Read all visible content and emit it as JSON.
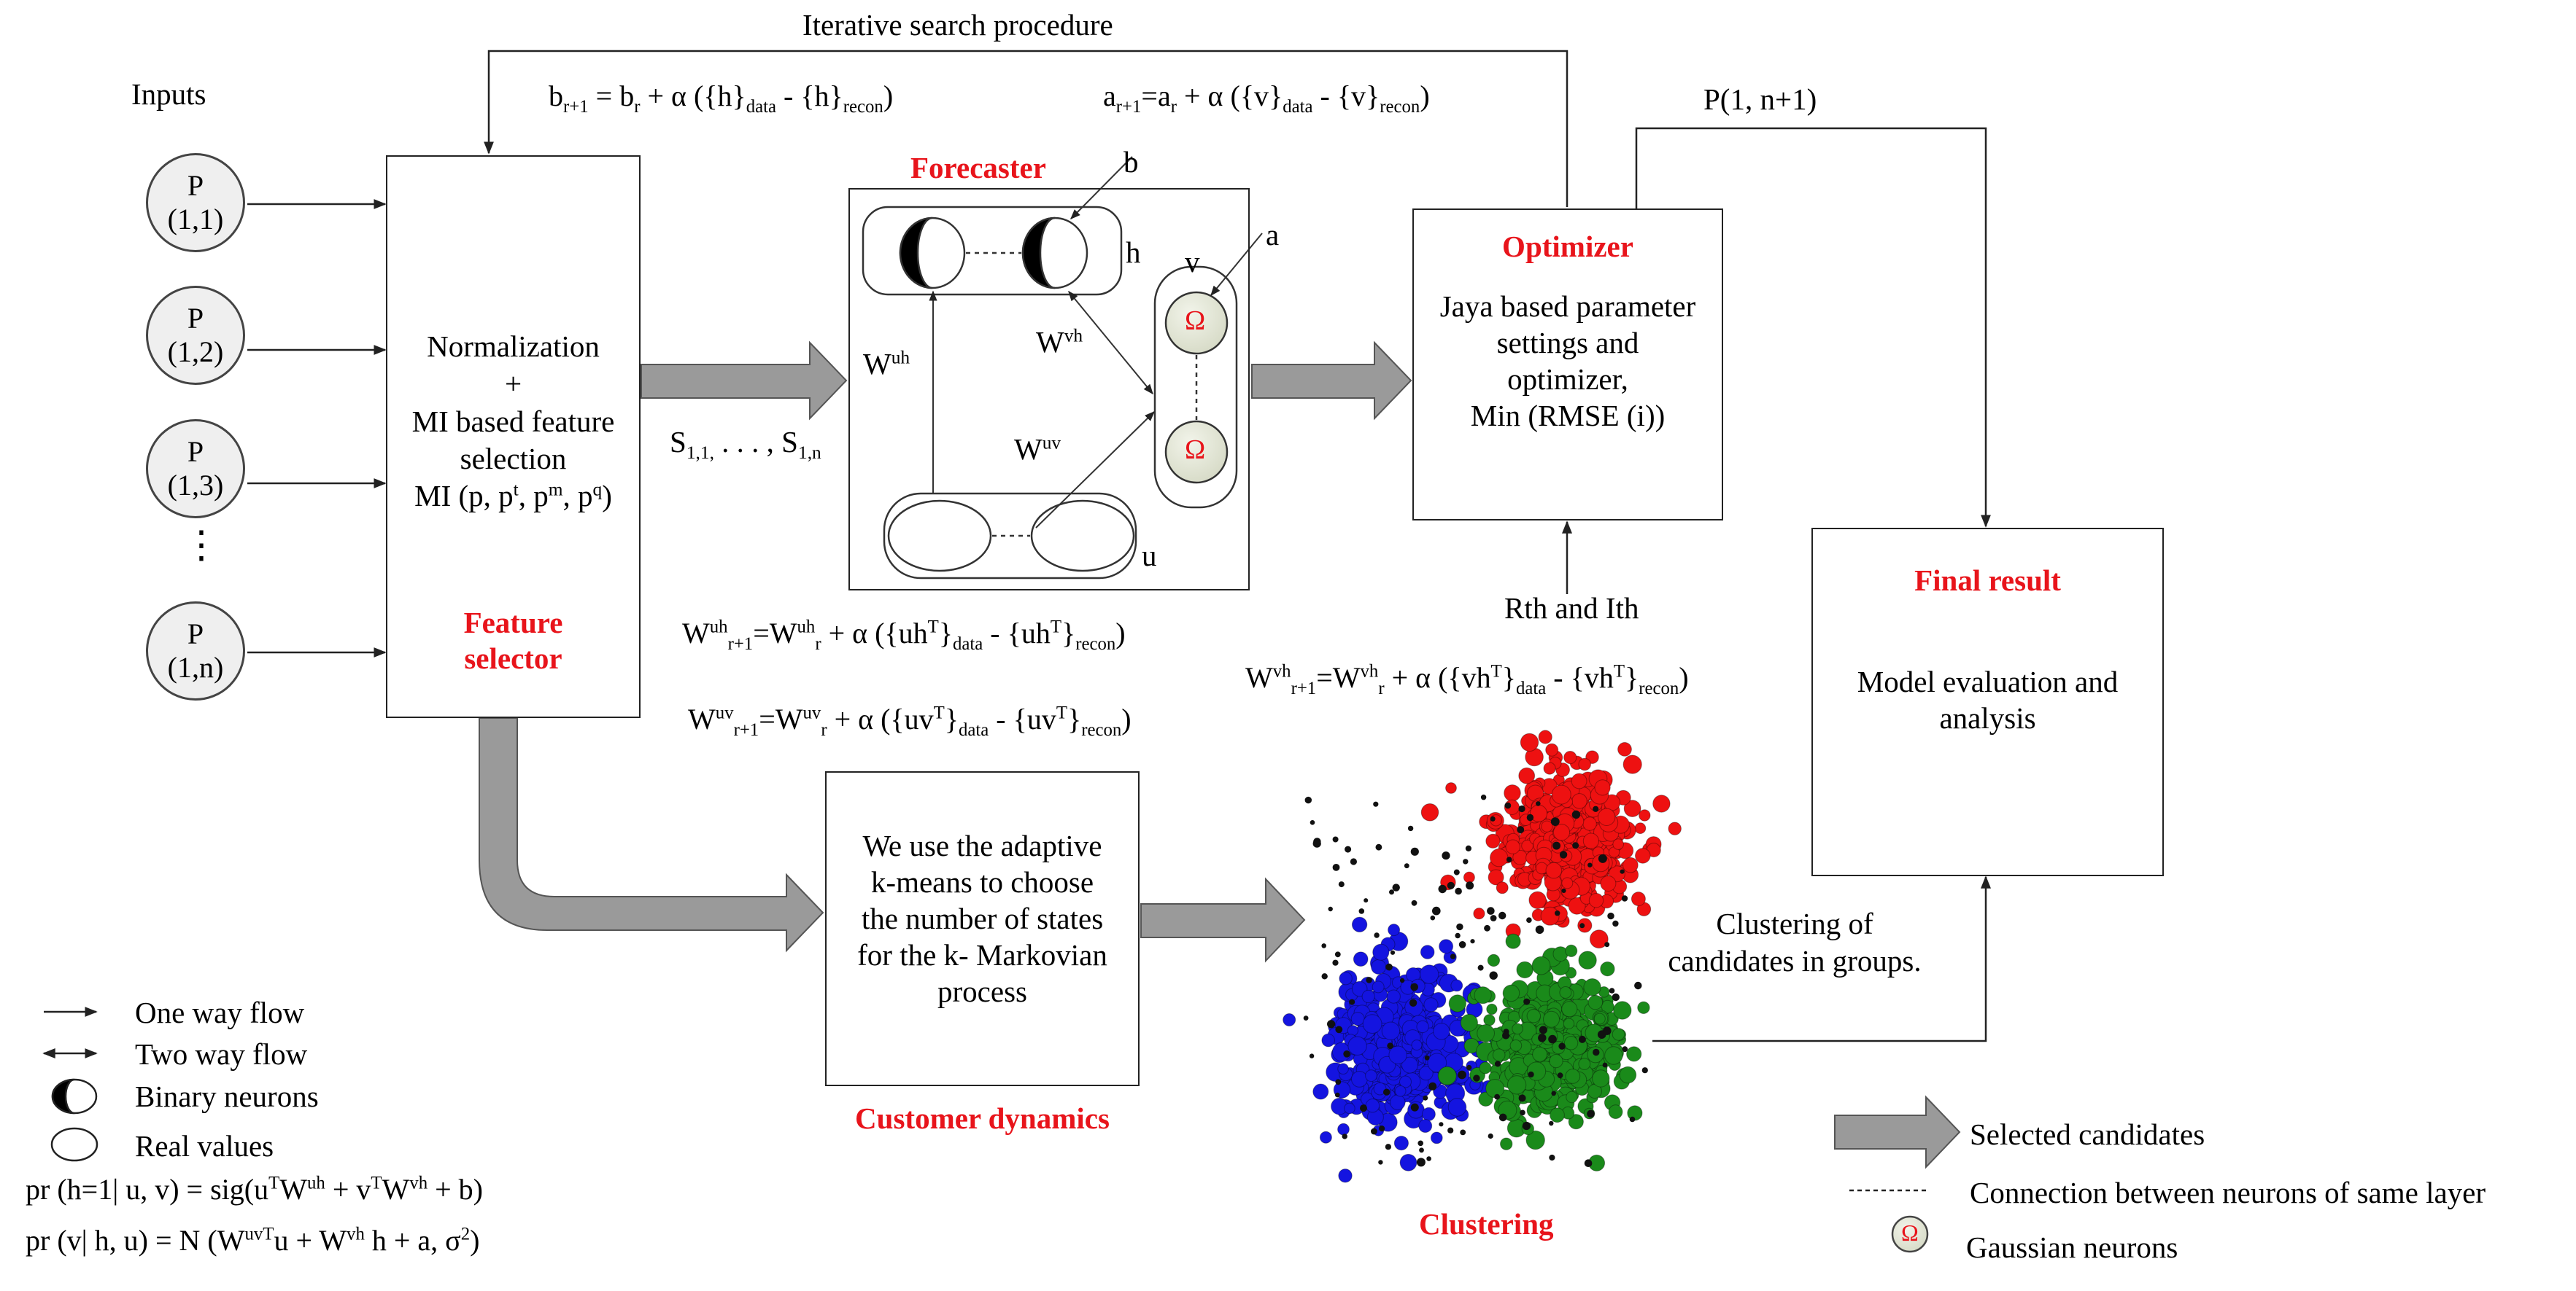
{
  "title": "Iterative search procedure",
  "inputs": {
    "label": "Inputs",
    "nodes": [
      {
        "p": "P",
        "idx": "(1,1)"
      },
      {
        "p": "P",
        "idx": "(1,2)"
      },
      {
        "p": "P",
        "idx": "(1,3)"
      },
      {
        "p": "P",
        "idx": "(1,n)"
      }
    ],
    "ellipsis": "⋮"
  },
  "feature_selector": {
    "line1": "Normalization",
    "line2": "+",
    "line3": "MI based feature",
    "line4": "selection",
    "mi_prefix": "MI (p, p",
    "mi_t": "t",
    "mi_sep1": ", p",
    "mi_m": "m",
    "mi_sep2": ", p",
    "mi_q": "q",
    "mi_suffix": ")",
    "caption1": "Feature",
    "caption2": "selector"
  },
  "s_sequence": {
    "s1": "S",
    "s1_sub": "1,1,",
    "dots": " . . . , ",
    "s2": "S",
    "s2_sub": "1,n"
  },
  "forecaster": {
    "caption": "Forecaster",
    "h": "h",
    "v": "v",
    "u": "u",
    "a": "a",
    "b": "b",
    "w_uh": "W",
    "w_uh_sup": "uh",
    "w_vh": "W",
    "w_vh_sup": "vh",
    "w_uv": "W",
    "w_uv_sup": "uv",
    "omega": "Ω"
  },
  "equations": {
    "b_update": {
      "lhs": "b",
      "lhs_sub": "r+1",
      "mid": " = b",
      "mid_sub": "r",
      "rest1": " + α ({h}",
      "data": "data",
      "minus": " -  {h}",
      "recon": "recon",
      "end": ")"
    },
    "a_update": {
      "lhs": "a",
      "lhs_sub": "r+1",
      "mid": "=a",
      "mid_sub": "r",
      "rest1": "  + α ({v}",
      "data": "data",
      "minus": " - {v}",
      "recon": "recon",
      "end": ")"
    },
    "wuh_update": {
      "w": "W",
      "sup": "uh",
      "sub": "r+1",
      "eq": "=W",
      "sup2": "uh",
      "sub2": "r",
      "rest": " + α ({uh",
      "t": "T",
      "close1": "}",
      "data": "data",
      "minus": " - {uh",
      "t2": "T",
      "close2": "}",
      "recon": "recon",
      "end": ")"
    },
    "wuv_update": {
      "w": "W",
      "sup": "uv",
      "sub": "r+1",
      "eq": "=W",
      "sup2": "uv",
      "sub2": "r",
      "rest": " + α ({uv",
      "t": "T",
      "close1": "}",
      "data": "data",
      "minus": " - {uv",
      "t2": "T",
      "close2": "}",
      "recon": "recon",
      "end": ")"
    },
    "wvh_update": {
      "w": "W",
      "sup": "vh",
      "sub": "r+1",
      "eq": "=W",
      "sup2": "vh",
      "sub2": "r",
      "rest": " + α ({vh",
      "t": "T",
      "close1": "}",
      "data": "data",
      "minus": " - {vh",
      "t2": "T",
      "close2": "}",
      "recon": "recon",
      "end": ")"
    }
  },
  "optimizer": {
    "caption": "Optimizer",
    "line1": "Jaya based parameter",
    "line2": "settings and",
    "line3": "optimizer,",
    "line4": "Min (RMSE (i))",
    "output": "P(1, n+1)",
    "thresholds": "Rth and Ith"
  },
  "final_result": {
    "caption": "Final result",
    "line1": "Model evaluation and",
    "line2": "analysis"
  },
  "customer_dynamics": {
    "line1": "We use the adaptive",
    "line2": "k-means to choose",
    "line3": "the number of states",
    "line4": "for the k- Markovian",
    "line5": "process",
    "caption": "Customer dynamics"
  },
  "clustering": {
    "caption": "Clustering",
    "note1": "Clustering of",
    "note2": "candidates in groups.",
    "colors": {
      "red": "#ee1111",
      "blue": "#1414e0",
      "green": "#1a8a1a",
      "noise": "#111111"
    }
  },
  "legend_left": {
    "one_way": "One way flow",
    "two_way": "Two way flow",
    "binary": "Binary neurons",
    "real": "Real values",
    "eq1": {
      "pre": "pr (h=1| u, v) = sig(u",
      "t": "T",
      "w1": "W",
      "w1s": "uh",
      "mid": " + v",
      "t2": "T",
      "w2": "W",
      "w2s": "vh",
      "end": " + b)"
    },
    "eq2": {
      "pre": "pr (v| h, u) = N (W",
      "s1": "uv",
      "t": "T",
      "mid": "u + W",
      "s2": "vh",
      "rest": " h + a, σ",
      "sq": "2",
      "end": ")"
    }
  },
  "legend_right": {
    "selected": "Selected candidates",
    "connection": "Connection between neurons of same layer",
    "gaussian": "Gaussian neurons",
    "omega": "Ω"
  },
  "colors": {
    "accent_red": "#e8141b",
    "gaussian_fill": "#e2e6d6",
    "arrow_gray": "#999999"
  }
}
